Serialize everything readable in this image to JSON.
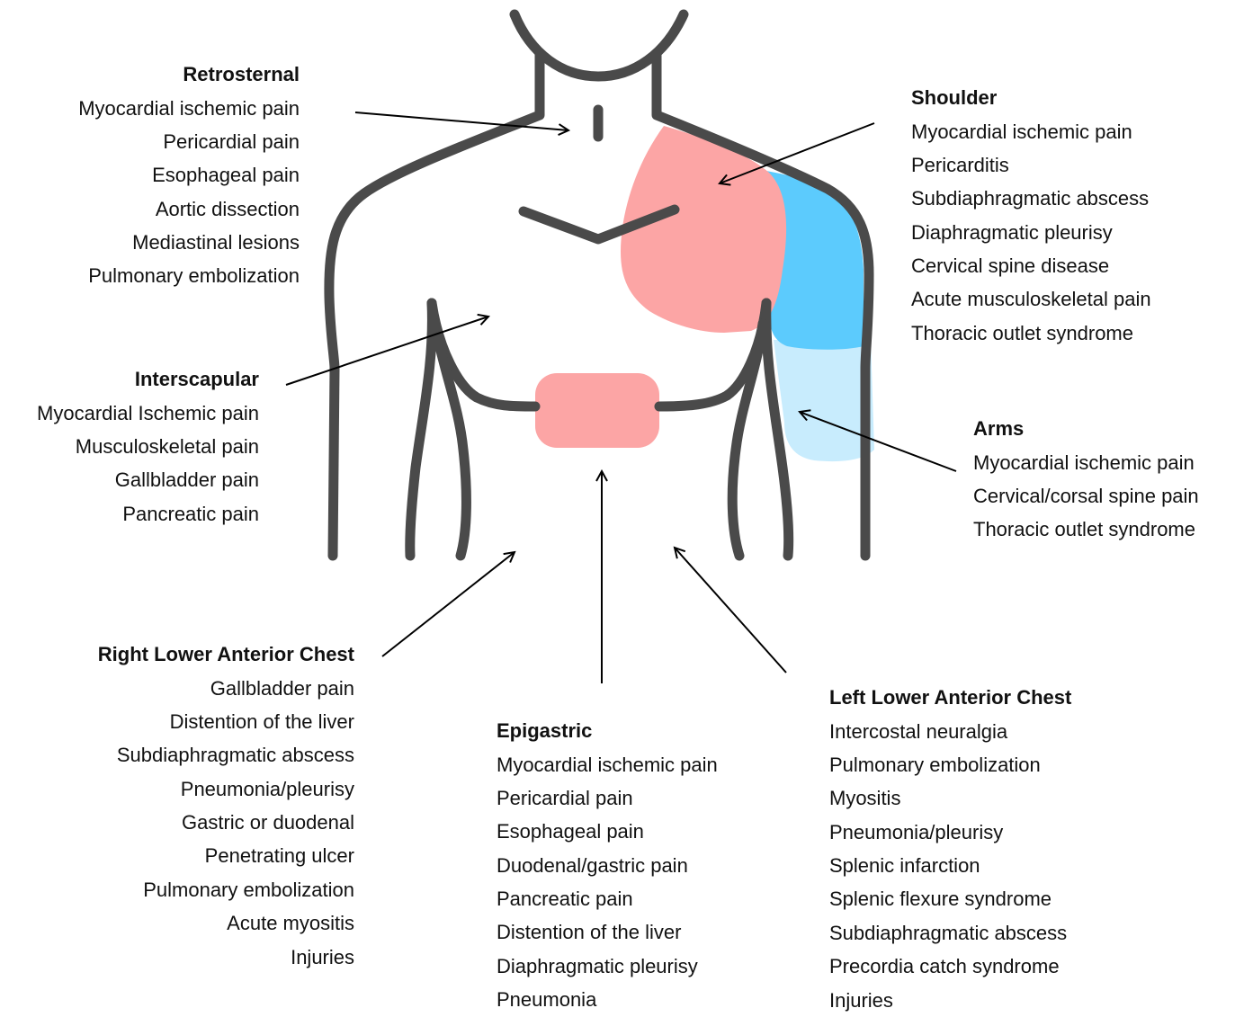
{
  "colors": {
    "outline": "#4a4a4a",
    "pink_region": "#fca5a5",
    "blue_region": "#5ccbfd",
    "light_blue_region": "#c8ecfd",
    "arrow": "#000000"
  },
  "groups": {
    "retrosternal": {
      "heading": "Retrosternal",
      "items": [
        "Myocardial ischemic pain",
        "Pericardial pain",
        "Esophageal pain",
        "Aortic dissection",
        "Mediastinal lesions",
        "Pulmonary embolization"
      ]
    },
    "interscapular": {
      "heading": "Interscapular",
      "items": [
        "Myocardial Ischemic pain",
        "Musculoskeletal pain",
        "Gallbladder pain",
        "Pancreatic pain"
      ]
    },
    "right_lower": {
      "heading": "Right Lower Anterior Chest",
      "items": [
        "Gallbladder pain",
        "Distention of the liver",
        "Subdiaphragmatic abscess",
        "Pneumonia/pleurisy",
        "Gastric or duodenal",
        "Penetrating ulcer",
        "Pulmonary embolization",
        "Acute myositis",
        "Injuries"
      ]
    },
    "epigastric": {
      "heading": "Epigastric",
      "items": [
        "Myocardial ischemic pain",
        "Pericardial pain",
        "Esophageal pain",
        "Duodenal/gastric pain",
        "Pancreatic pain",
        "Distention of the liver",
        "Diaphragmatic pleurisy",
        "Pneumonia"
      ]
    },
    "left_lower": {
      "heading": "Left Lower Anterior Chest",
      "items": [
        "Intercostal neuralgia",
        "Pulmonary embolization",
        "Myositis",
        "Pneumonia/pleurisy",
        "Splenic infarction",
        "Splenic flexure syndrome",
        "Subdiaphragmatic abscess",
        "Precordia catch syndrome",
        "Injuries"
      ]
    },
    "shoulder": {
      "heading": "Shoulder",
      "items": [
        "Myocardial ischemic pain",
        "Pericarditis",
        "Subdiaphragmatic abscess",
        "Diaphragmatic pleurisy",
        "Cervical spine disease",
        "Acute musculoskeletal pain",
        "Thoracic outlet syndrome"
      ]
    },
    "arms": {
      "heading": "Arms",
      "items": [
        "Myocardial ischemic pain",
        "Cervical/corsal spine pain",
        "Thoracic outlet syndrome"
      ]
    }
  }
}
